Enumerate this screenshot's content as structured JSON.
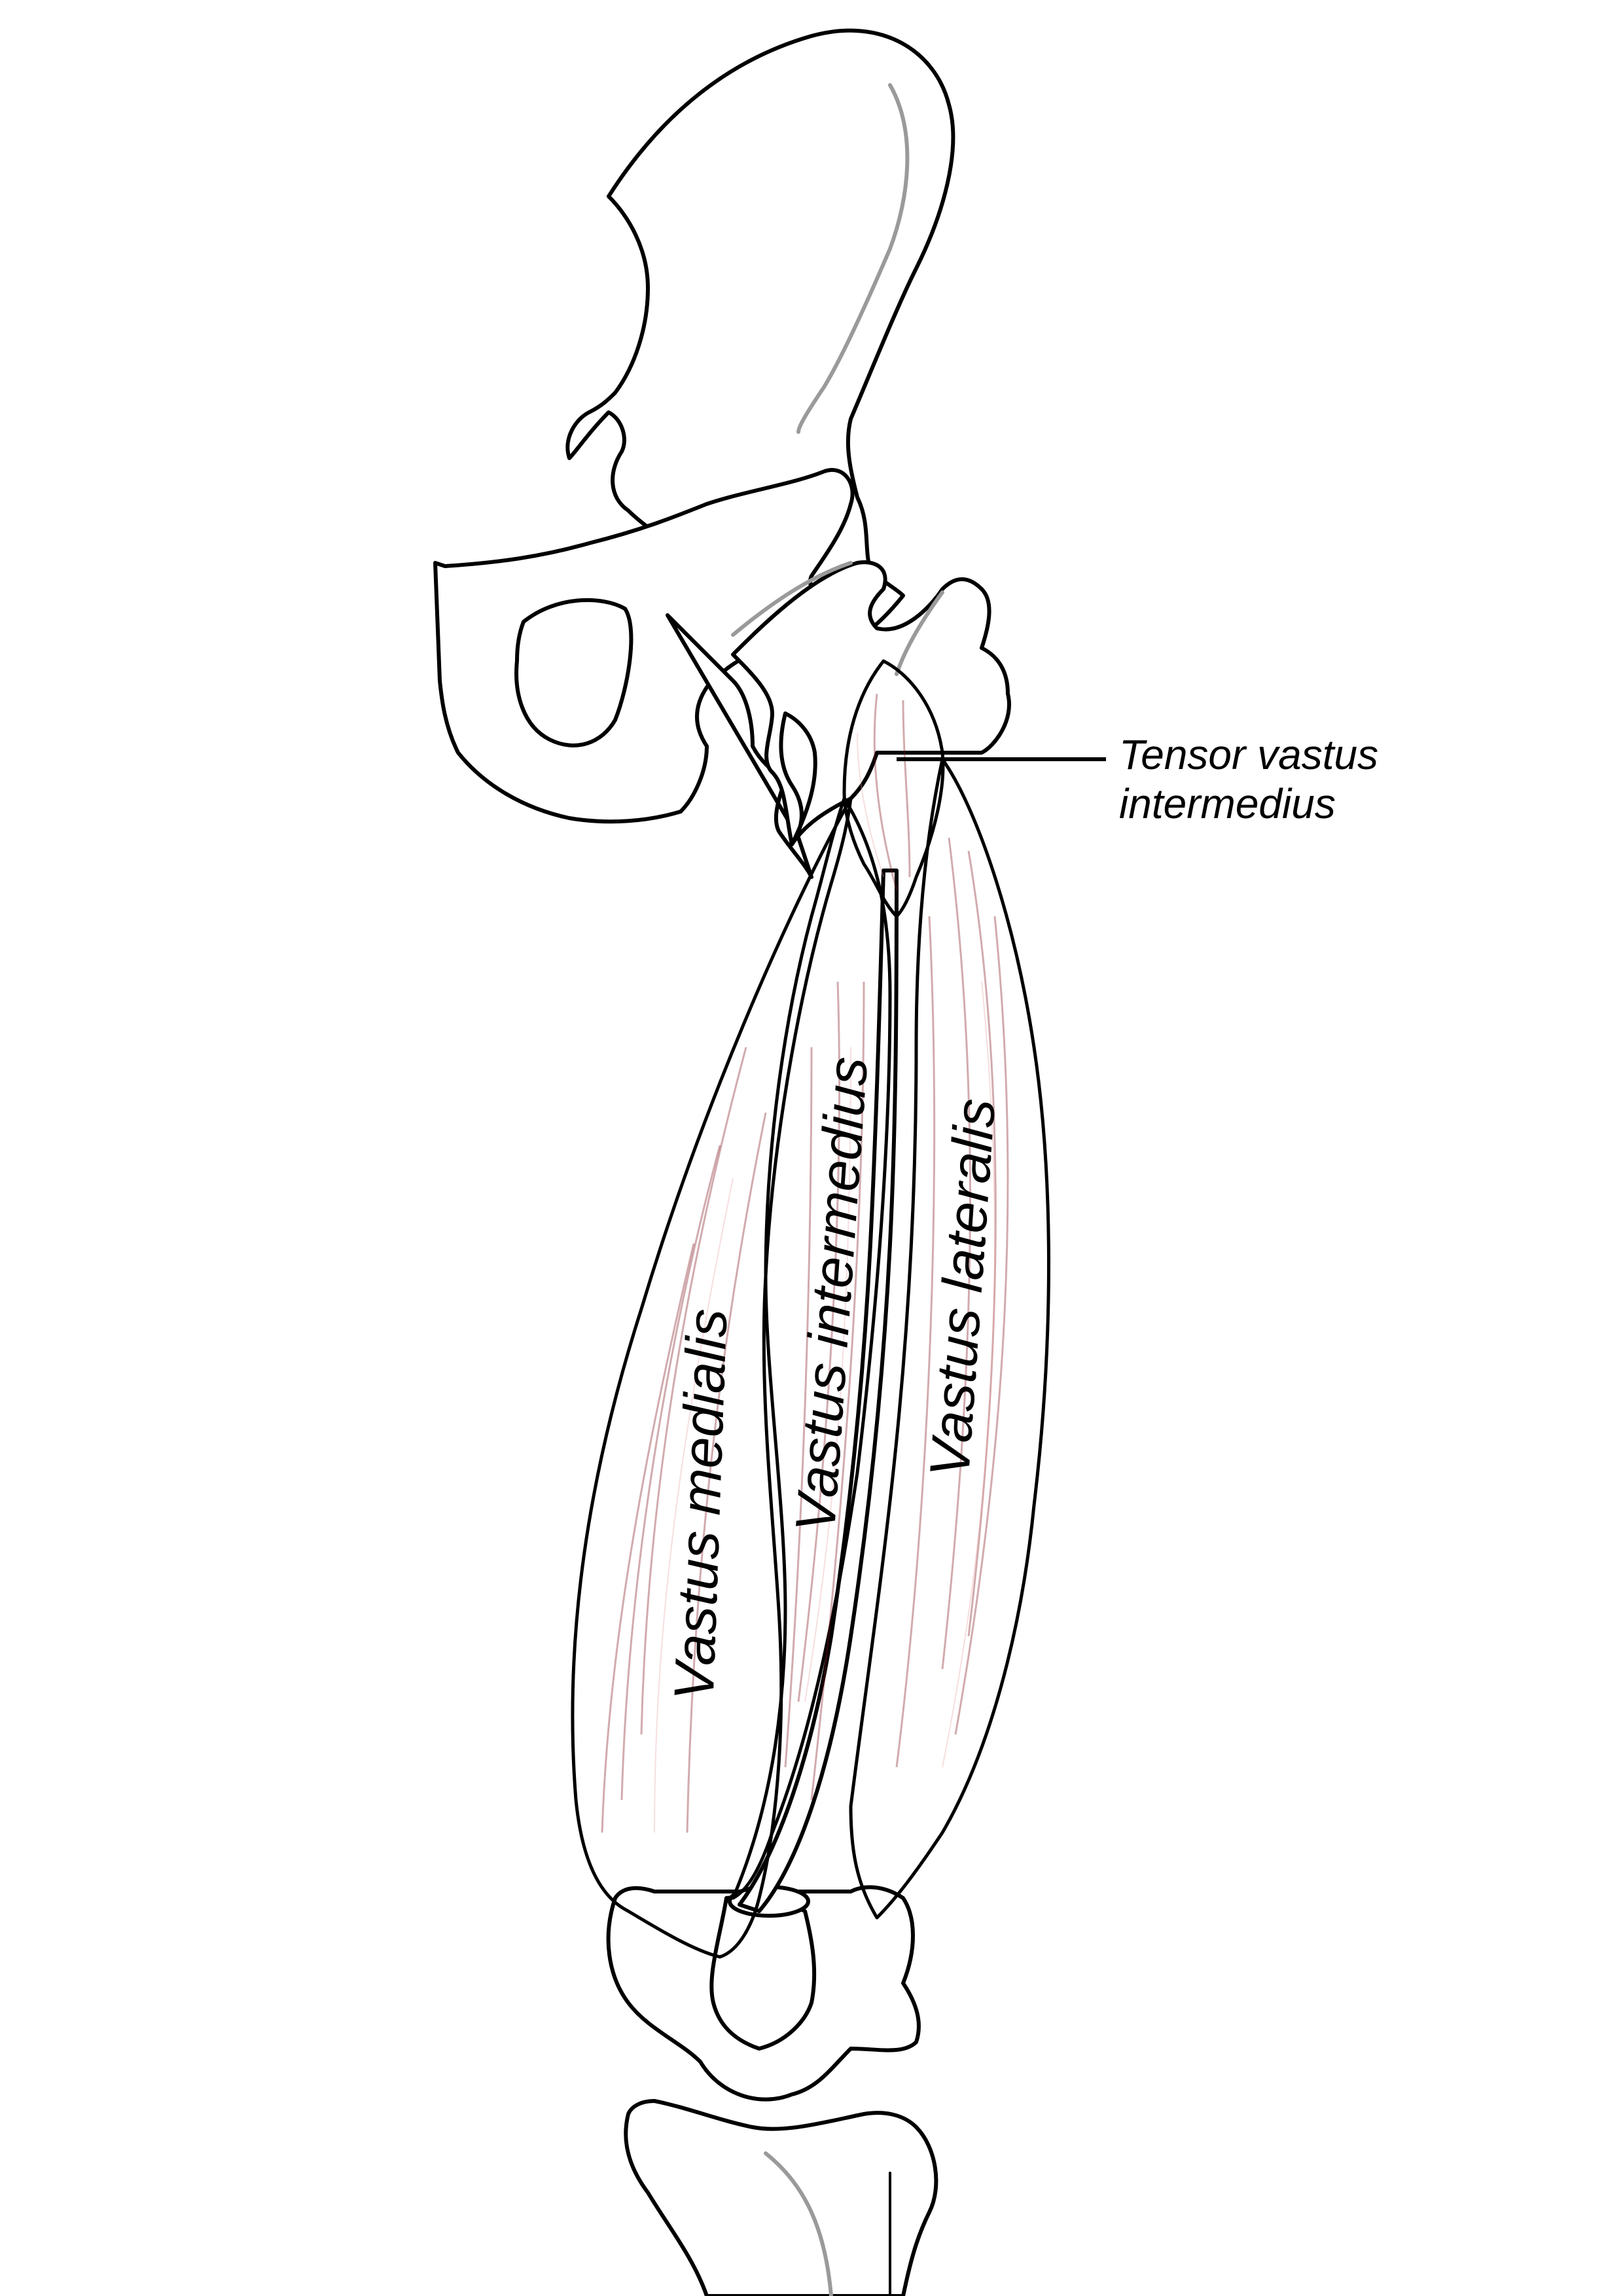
{
  "figure": {
    "callout": {
      "line1": "Tensor vastus",
      "line2": "intermedius"
    },
    "labels": {
      "vastus_medialis": "Vastus medialis",
      "vastus_intermedius": "Vastus intermedius",
      "vastus_lateralis": "Vastus lateralis"
    },
    "colors": {
      "muscle": "#c1272d",
      "muscle_dark": "#8e1a1f",
      "bone_fill": "#ffffff",
      "outline": "#000000",
      "bone_shade": "#9a9a9a"
    }
  }
}
